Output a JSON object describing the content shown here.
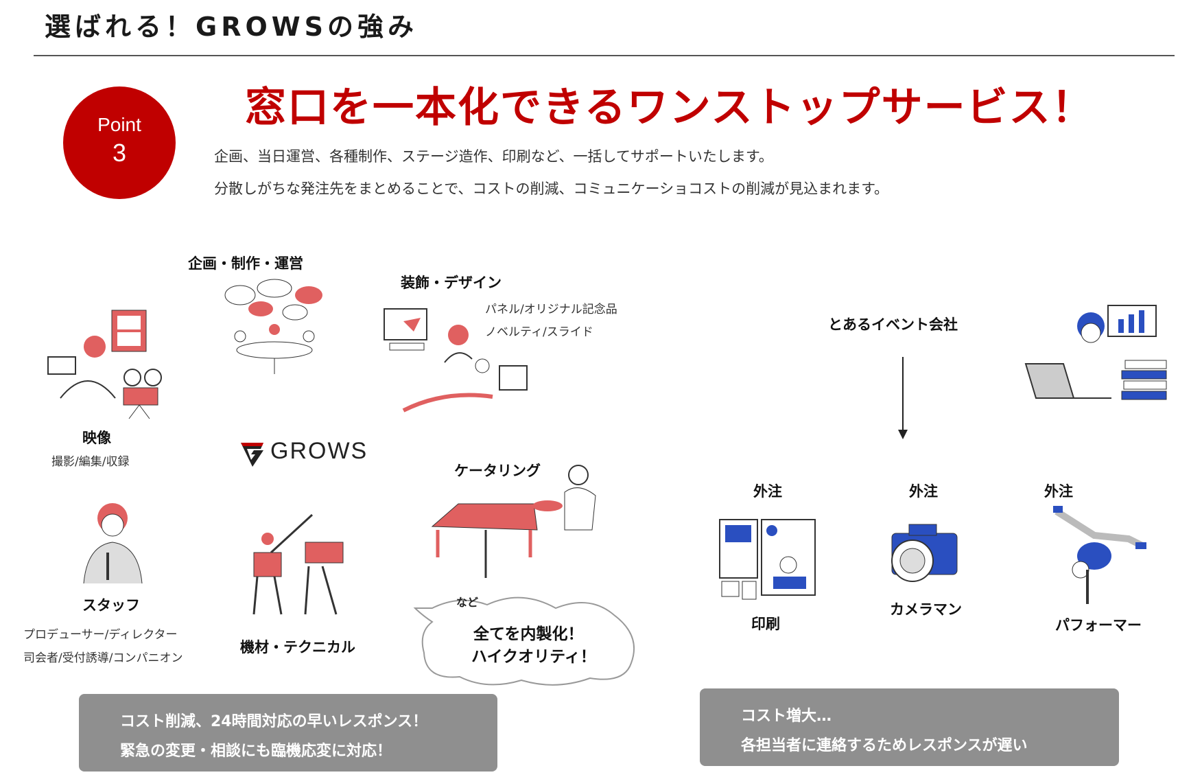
{
  "header": {
    "title": "選ばれる！GROWSの強み"
  },
  "point": {
    "label": "Point",
    "number": "3"
  },
  "headline": "窓口を一本化できるワンストップサービス！",
  "description": [
    "企画、当日運営、各種制作、ステージ造作、印刷など、一括してサポートいたします。",
    "分散しがちな発注先をまとめることで、コストの削減、コミュニケーショコストの削減が見込まれます。"
  ],
  "grows": {
    "logo_text": "GROWS",
    "planning": "企画・制作・運営",
    "decoration": {
      "label": "装飾・デザイン",
      "details": [
        "パネル/オリジナル記念品",
        "ノベルティ/スライド"
      ]
    },
    "video": {
      "label": "映像",
      "details": "撮影/編集/収録"
    },
    "catering": "ケータリング",
    "staff": {
      "label": "スタッフ",
      "details": [
        "プロデューサー/ディレクター",
        "司会者/受付誘導/コンパニオン"
      ]
    },
    "equipment": "機材・テクニカル",
    "etc": "など",
    "bubble": [
      "全てを内製化！",
      "ハイクオリティ！"
    ],
    "summary": [
      "コスト削減、24時間対応の早いレスポンス！",
      "緊急の変更・相談にも臨機応変に対応！"
    ]
  },
  "other": {
    "company": "とあるイベント会社",
    "outsource_label": "外注",
    "vendors": [
      "印刷",
      "カメラマン",
      "パフォーマー"
    ],
    "summary": [
      "コスト増大…",
      "各担当者に連絡するためレスポンスが遅い"
    ]
  },
  "colors": {
    "accent_red": "#c00000",
    "illustration_red": "#e06060",
    "illustration_blue": "#2a4fc0",
    "box_gray": "#8f8f8f"
  }
}
